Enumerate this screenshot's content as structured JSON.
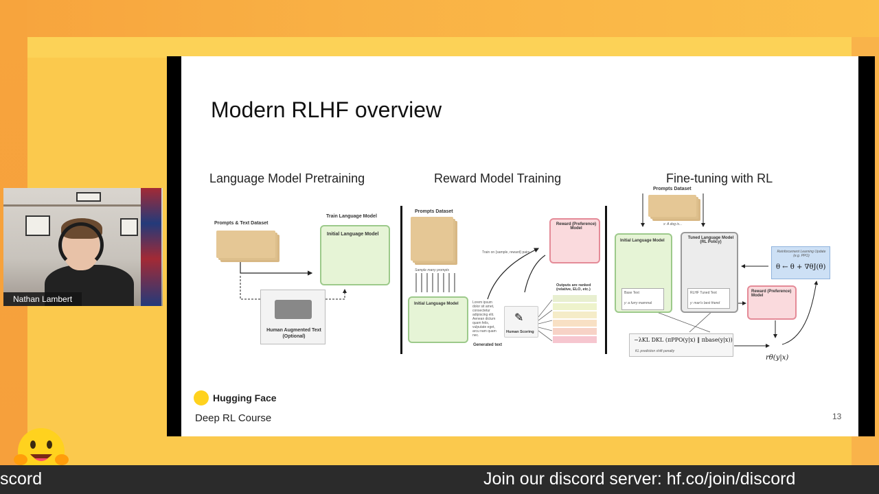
{
  "slide": {
    "title": "Modern RLHF overview",
    "sections": [
      "Language Model Pretraining",
      "Reward Model Training",
      "Fine-tuning with RL"
    ],
    "page_number": "13",
    "brand": "Hugging Face",
    "course": "Deep RL Course"
  },
  "diagram1": {
    "dataset": "Prompts & Text Dataset",
    "train": "Train Language Model",
    "model": "Initial Language Model",
    "augmented": "Human Augmented Text (Optional)"
  },
  "diagram2": {
    "prompts": "Prompts Dataset",
    "sample": "Sample many prompts",
    "model": "Initial Language Model",
    "generated": "Generated text",
    "train": "Train on {sample, reward} pairs",
    "reward": "Reward (Preference) Model",
    "outputs": "Outputs are ranked (relative, ELO, etc.)",
    "scoring": "Human Scoring"
  },
  "diagram3": {
    "prompts": "Prompts Dataset",
    "x_example": "x: A dog is...",
    "initial": "Initial Language Model",
    "tuned": "Tuned Language Model (RL Policy)",
    "rl_update": "Reinforcement Learning Update (e.g. PPO)",
    "update_eq": "θ ← θ + ∇θJ(θ)",
    "reward": "Reward (Preference) Model",
    "base_text": "Base Text",
    "base_y": "y: a furry mammal",
    "rlhf_text": "RLHF Tuned Text",
    "rlhf_y": "y: man's best friend",
    "penalty_eq": "−λKL DKL (πPPO(y|x) ‖ πbase(y|x))",
    "penalty_label": "KL prediction shift penalty",
    "reward_sym": "rθ(y|x)"
  },
  "webcam": {
    "name": "Nathan Lambert"
  },
  "banner": {
    "left": "scord",
    "right": "Join our discord server: hf.co/join/discord"
  },
  "colors": {
    "accent_orange": "#f7a43d",
    "accent_yellow": "#fbc94d",
    "banner": "#2b2b2b"
  }
}
